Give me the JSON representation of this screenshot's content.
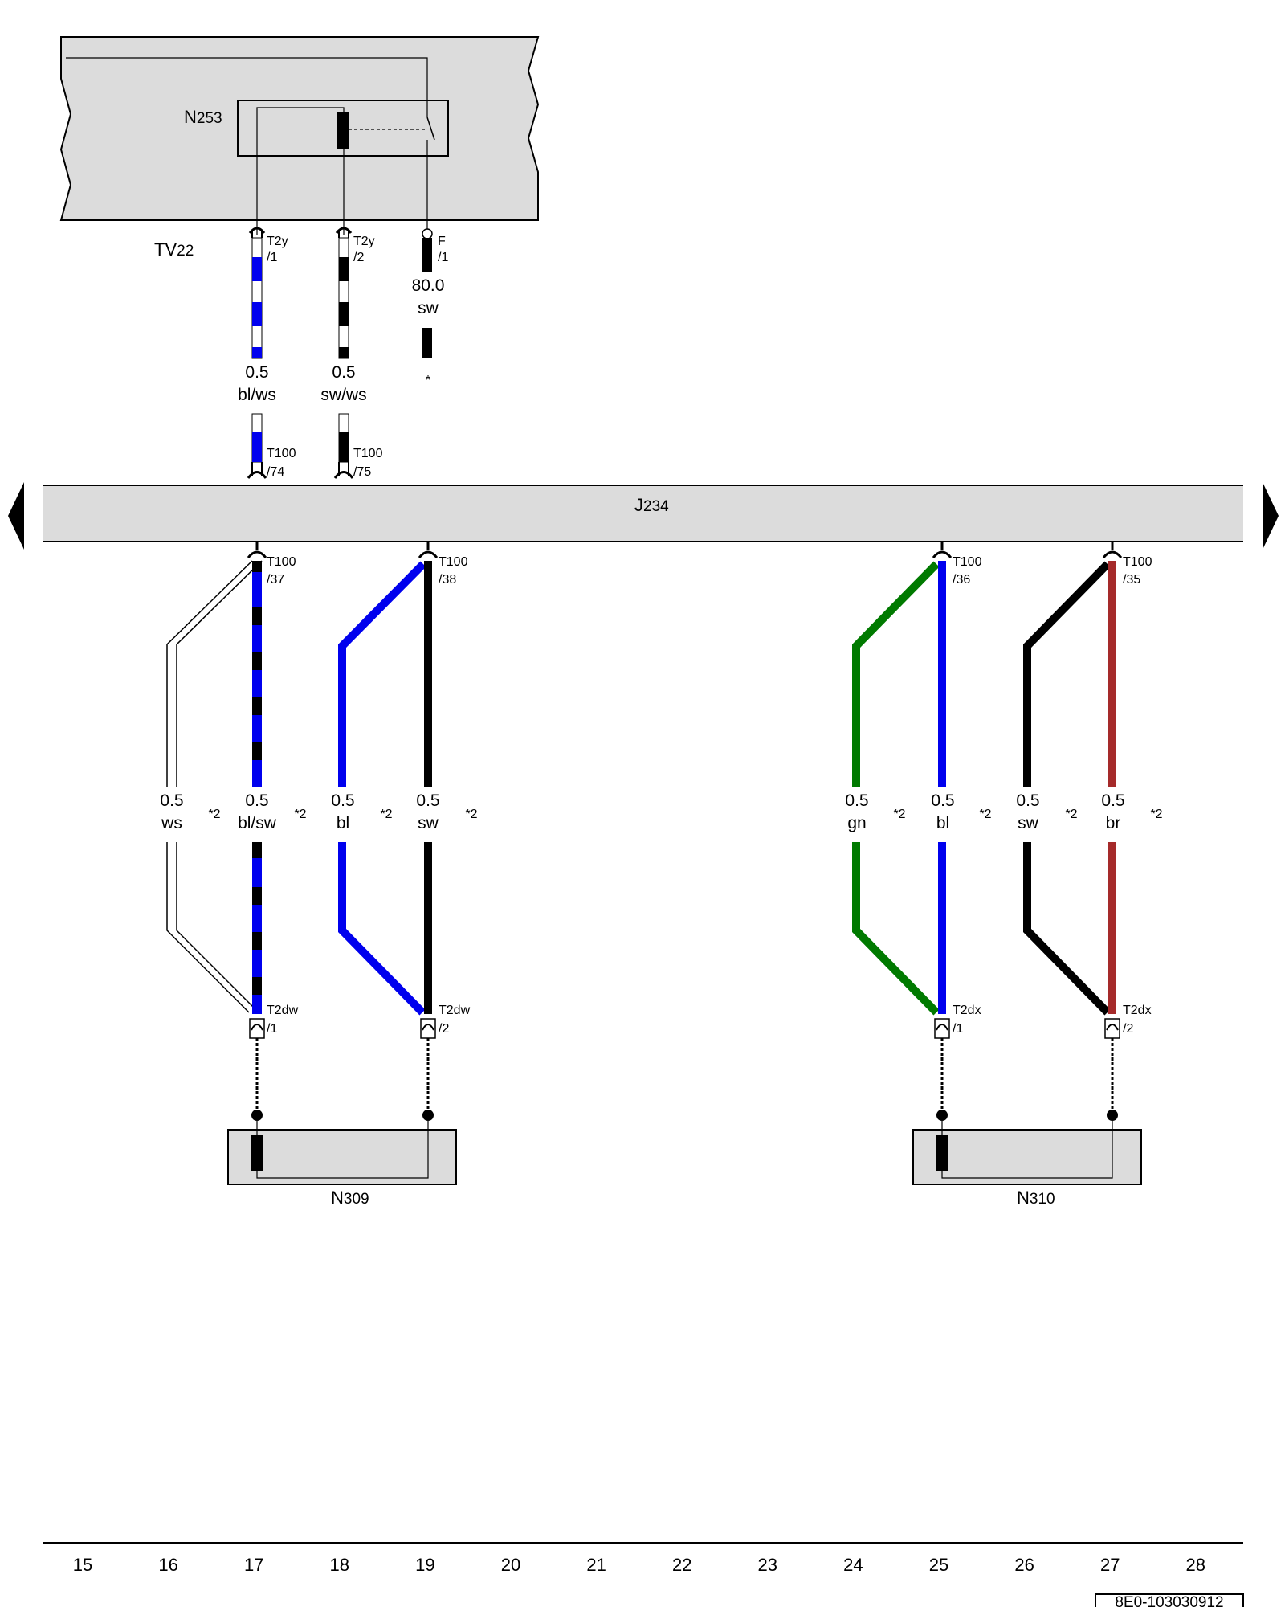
{
  "components": {
    "tv22": {
      "letters": "TV",
      "sub": "22"
    },
    "n253": {
      "letters": "N",
      "sub": "253"
    },
    "j234": {
      "letters": "J",
      "sub": "234"
    },
    "n309": {
      "letters": "N",
      "sub": "309"
    },
    "n310": {
      "letters": "N",
      "sub": "310"
    }
  },
  "connectors": {
    "t2y_1": {
      "name": "T2y",
      "pin": "/1"
    },
    "t2y_2": {
      "name": "T2y",
      "pin": "/2"
    },
    "f_1": {
      "name": "F",
      "pin": "/1"
    },
    "t100_74": {
      "name": "T100",
      "pin": "/74"
    },
    "t100_75": {
      "name": "T100",
      "pin": "/75"
    },
    "t100_37": {
      "name": "T100",
      "pin": "/37"
    },
    "t100_38": {
      "name": "T100",
      "pin": "/38"
    },
    "t100_36": {
      "name": "T100",
      "pin": "/36"
    },
    "t100_35": {
      "name": "T100",
      "pin": "/35"
    },
    "t2dw_1": {
      "name": "T2dw",
      "pin": "/1"
    },
    "t2dw_2": {
      "name": "T2dw",
      "pin": "/2"
    },
    "t2dx_1": {
      "name": "T2dx",
      "pin": "/1"
    },
    "t2dx_2": {
      "name": "T2dx",
      "pin": "/2"
    }
  },
  "wires": {
    "blws": {
      "size": "0.5",
      "color": "bl/ws"
    },
    "swws": {
      "size": "0.5",
      "color": "sw/ws"
    },
    "f_sw": {
      "size": "80.0",
      "color": "sw",
      "note": "*"
    },
    "ws": {
      "size": "0.5",
      "color": "ws",
      "note": "*2"
    },
    "blsw": {
      "size": "0.5",
      "color": "bl/sw",
      "note": "*2"
    },
    "bl_a": {
      "size": "0.5",
      "color": "bl",
      "note": "*2"
    },
    "sw_a": {
      "size": "0.5",
      "color": "sw",
      "note": "*2"
    },
    "gn": {
      "size": "0.5",
      "color": "gn",
      "note": "*2"
    },
    "bl_b": {
      "size": "0.5",
      "color": "bl",
      "note": "*2"
    },
    "sw_b": {
      "size": "0.5",
      "color": "sw",
      "note": "*2"
    },
    "br": {
      "size": "0.5",
      "color": "br",
      "note": "*2"
    }
  },
  "ruler": [
    "15",
    "16",
    "17",
    "18",
    "19",
    "20",
    "21",
    "22",
    "23",
    "24",
    "25",
    "26",
    "27",
    "28"
  ],
  "doc_id": "8E0-103030912",
  "colors": {
    "blue": "#0000ee",
    "green": "#007a00",
    "brown": "#a52a2a",
    "black": "#000000",
    "panel": "#dcdcdc"
  }
}
